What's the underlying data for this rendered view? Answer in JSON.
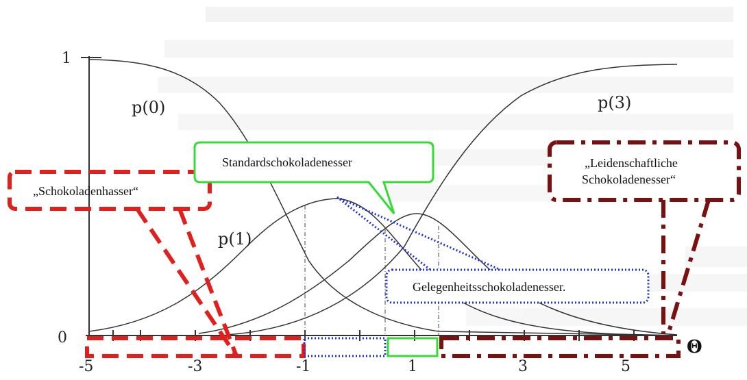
{
  "axes": {
    "y_ticks": [
      "1",
      "0"
    ],
    "x_ticks": [
      "-5",
      "-3",
      "-1",
      "1",
      "3",
      "5"
    ],
    "x_symbol": "Θ"
  },
  "curves": {
    "p0": "p(0)",
    "p1": "p(1)",
    "p3": "p(3)"
  },
  "callouts": {
    "hater": "„Schokoladenhasser“",
    "standard": "Standardschokoladenesser",
    "occasional": "Gelegenheitsschokoladenesser.",
    "passionate_line1": "„Leidenschaftliche",
    "passionate_line2": "Schokoladenesser“"
  },
  "colors": {
    "hater": "#e0201c",
    "standard": "#33dd33",
    "occasional": "#1f2fd6",
    "passionate": "#7b1010"
  }
}
